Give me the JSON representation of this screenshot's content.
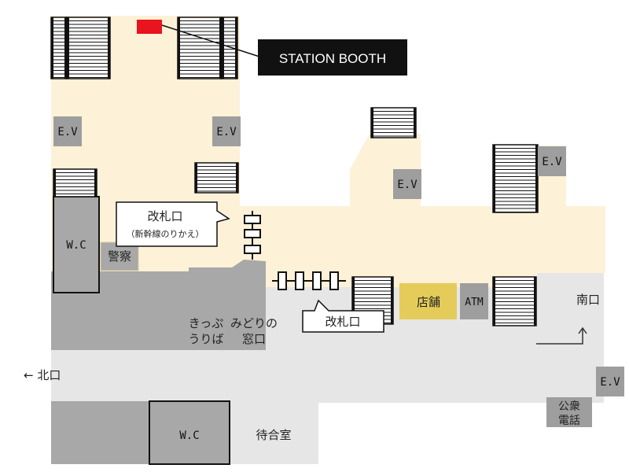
{
  "callouts": {
    "station_booth": "STATION BOOTH",
    "gate_upper_title": "改札口",
    "gate_upper_sub": "（新幹線のりかえ）",
    "gate_lower": "改札口"
  },
  "elevator_label": "E.V",
  "facilities": {
    "wc_left": "W.C",
    "wc_bottom": "W.C",
    "police": "警察",
    "shop": "店舗",
    "atm": "ATM",
    "public_phone_line1": "公衆",
    "public_phone_line2": "電話",
    "ticket_machines_line1": "きっぷ",
    "ticket_machines_line2": "うりば",
    "midori_line1": "みどりの",
    "midori_line2": "窓口",
    "waiting_room": "待合室"
  },
  "exits": {
    "north": "← 北口",
    "south": "南口"
  },
  "colors": {
    "concourse": "#fdf1d8",
    "public_area": "#e6e6e6",
    "facility_dark": "#a8a8a8",
    "elevator": "#9e9e9e",
    "shop": "#e5cc5a",
    "station_booth": "#e8141e",
    "callout_dark": "#111111"
  }
}
